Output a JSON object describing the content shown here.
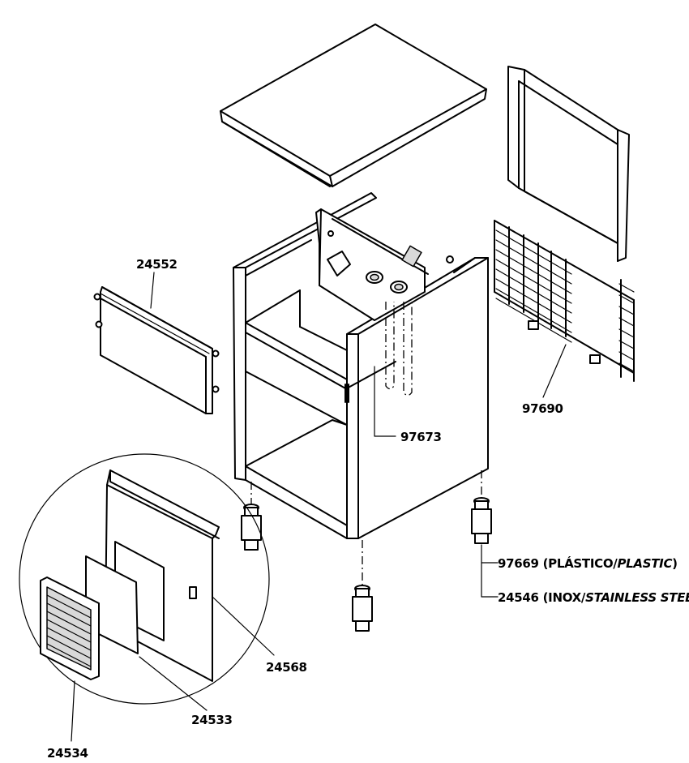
{
  "callouts": {
    "side_panel": "24552",
    "rack": "97690",
    "rod": "97673",
    "foot_plastic_code": "97669",
    "foot_plastic_open": " (PLÁSTICO/",
    "foot_plastic_italic": "PLASTIC",
    "foot_plastic_close": ")",
    "foot_steel_code": "24546",
    "foot_steel_open": " (INOX/",
    "foot_steel_italic": "STAINLESS STEEL",
    "foot_steel_close": ")",
    "front_panel": "24568",
    "filter": "24533",
    "grille": "24534"
  }
}
